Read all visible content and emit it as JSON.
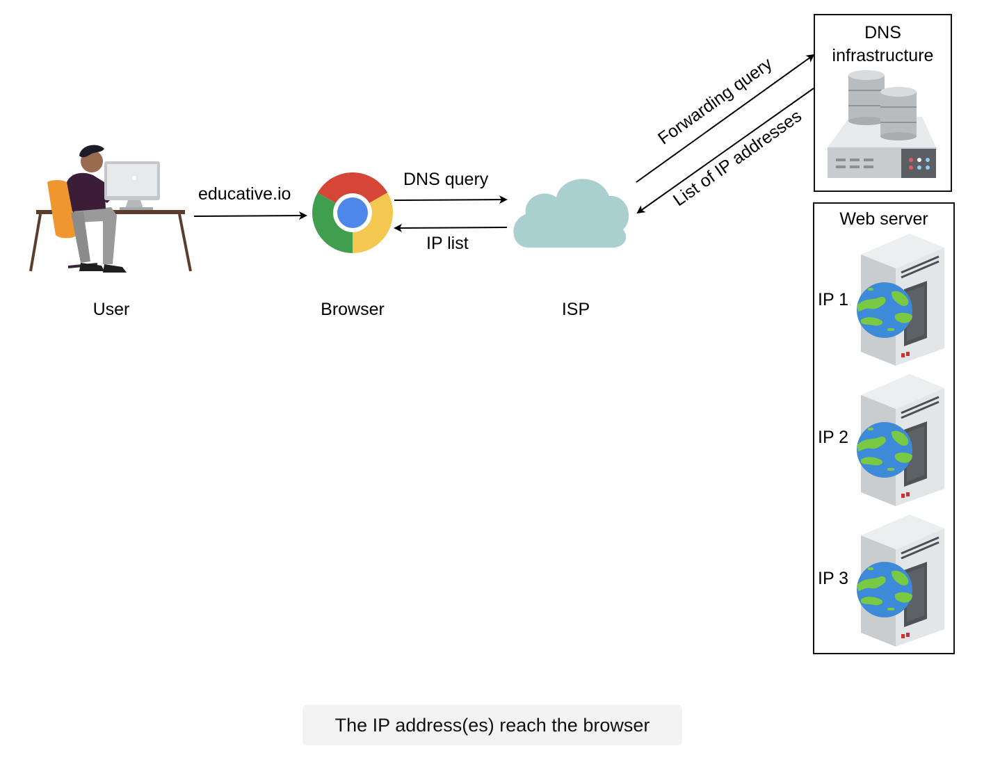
{
  "nodes": {
    "user": {
      "label": "User"
    },
    "browser": {
      "label": "Browser"
    },
    "isp": {
      "label": "ISP"
    },
    "dns": {
      "label_line1": "DNS",
      "label_line2": "infrastructure"
    },
    "web_server": {
      "label": "Web server",
      "servers": [
        "IP 1",
        "IP 2",
        "IP 3"
      ]
    }
  },
  "edges": {
    "user_to_browser": "educative.io",
    "browser_to_isp": "DNS query",
    "isp_to_browser": "IP list",
    "isp_to_dns": "Forwarding query",
    "dns_to_isp": "List of IP addresses"
  },
  "caption": "The IP address(es) reach the browser",
  "icons": [
    "user-at-desk-icon",
    "chrome-browser-icon",
    "cloud-icon",
    "database-server-icon",
    "web-server-icon",
    "globe-icon"
  ],
  "colors": {
    "cloud": "#a9cfcf",
    "chrome_red": "#d64637",
    "chrome_green": "#3f9f4f",
    "chrome_yellow": "#f4c74f",
    "chrome_blue": "#4e86ec",
    "globe_blue": "#3c8ad8",
    "globe_green": "#7ac943",
    "server_grey": "#d7dadc"
  }
}
